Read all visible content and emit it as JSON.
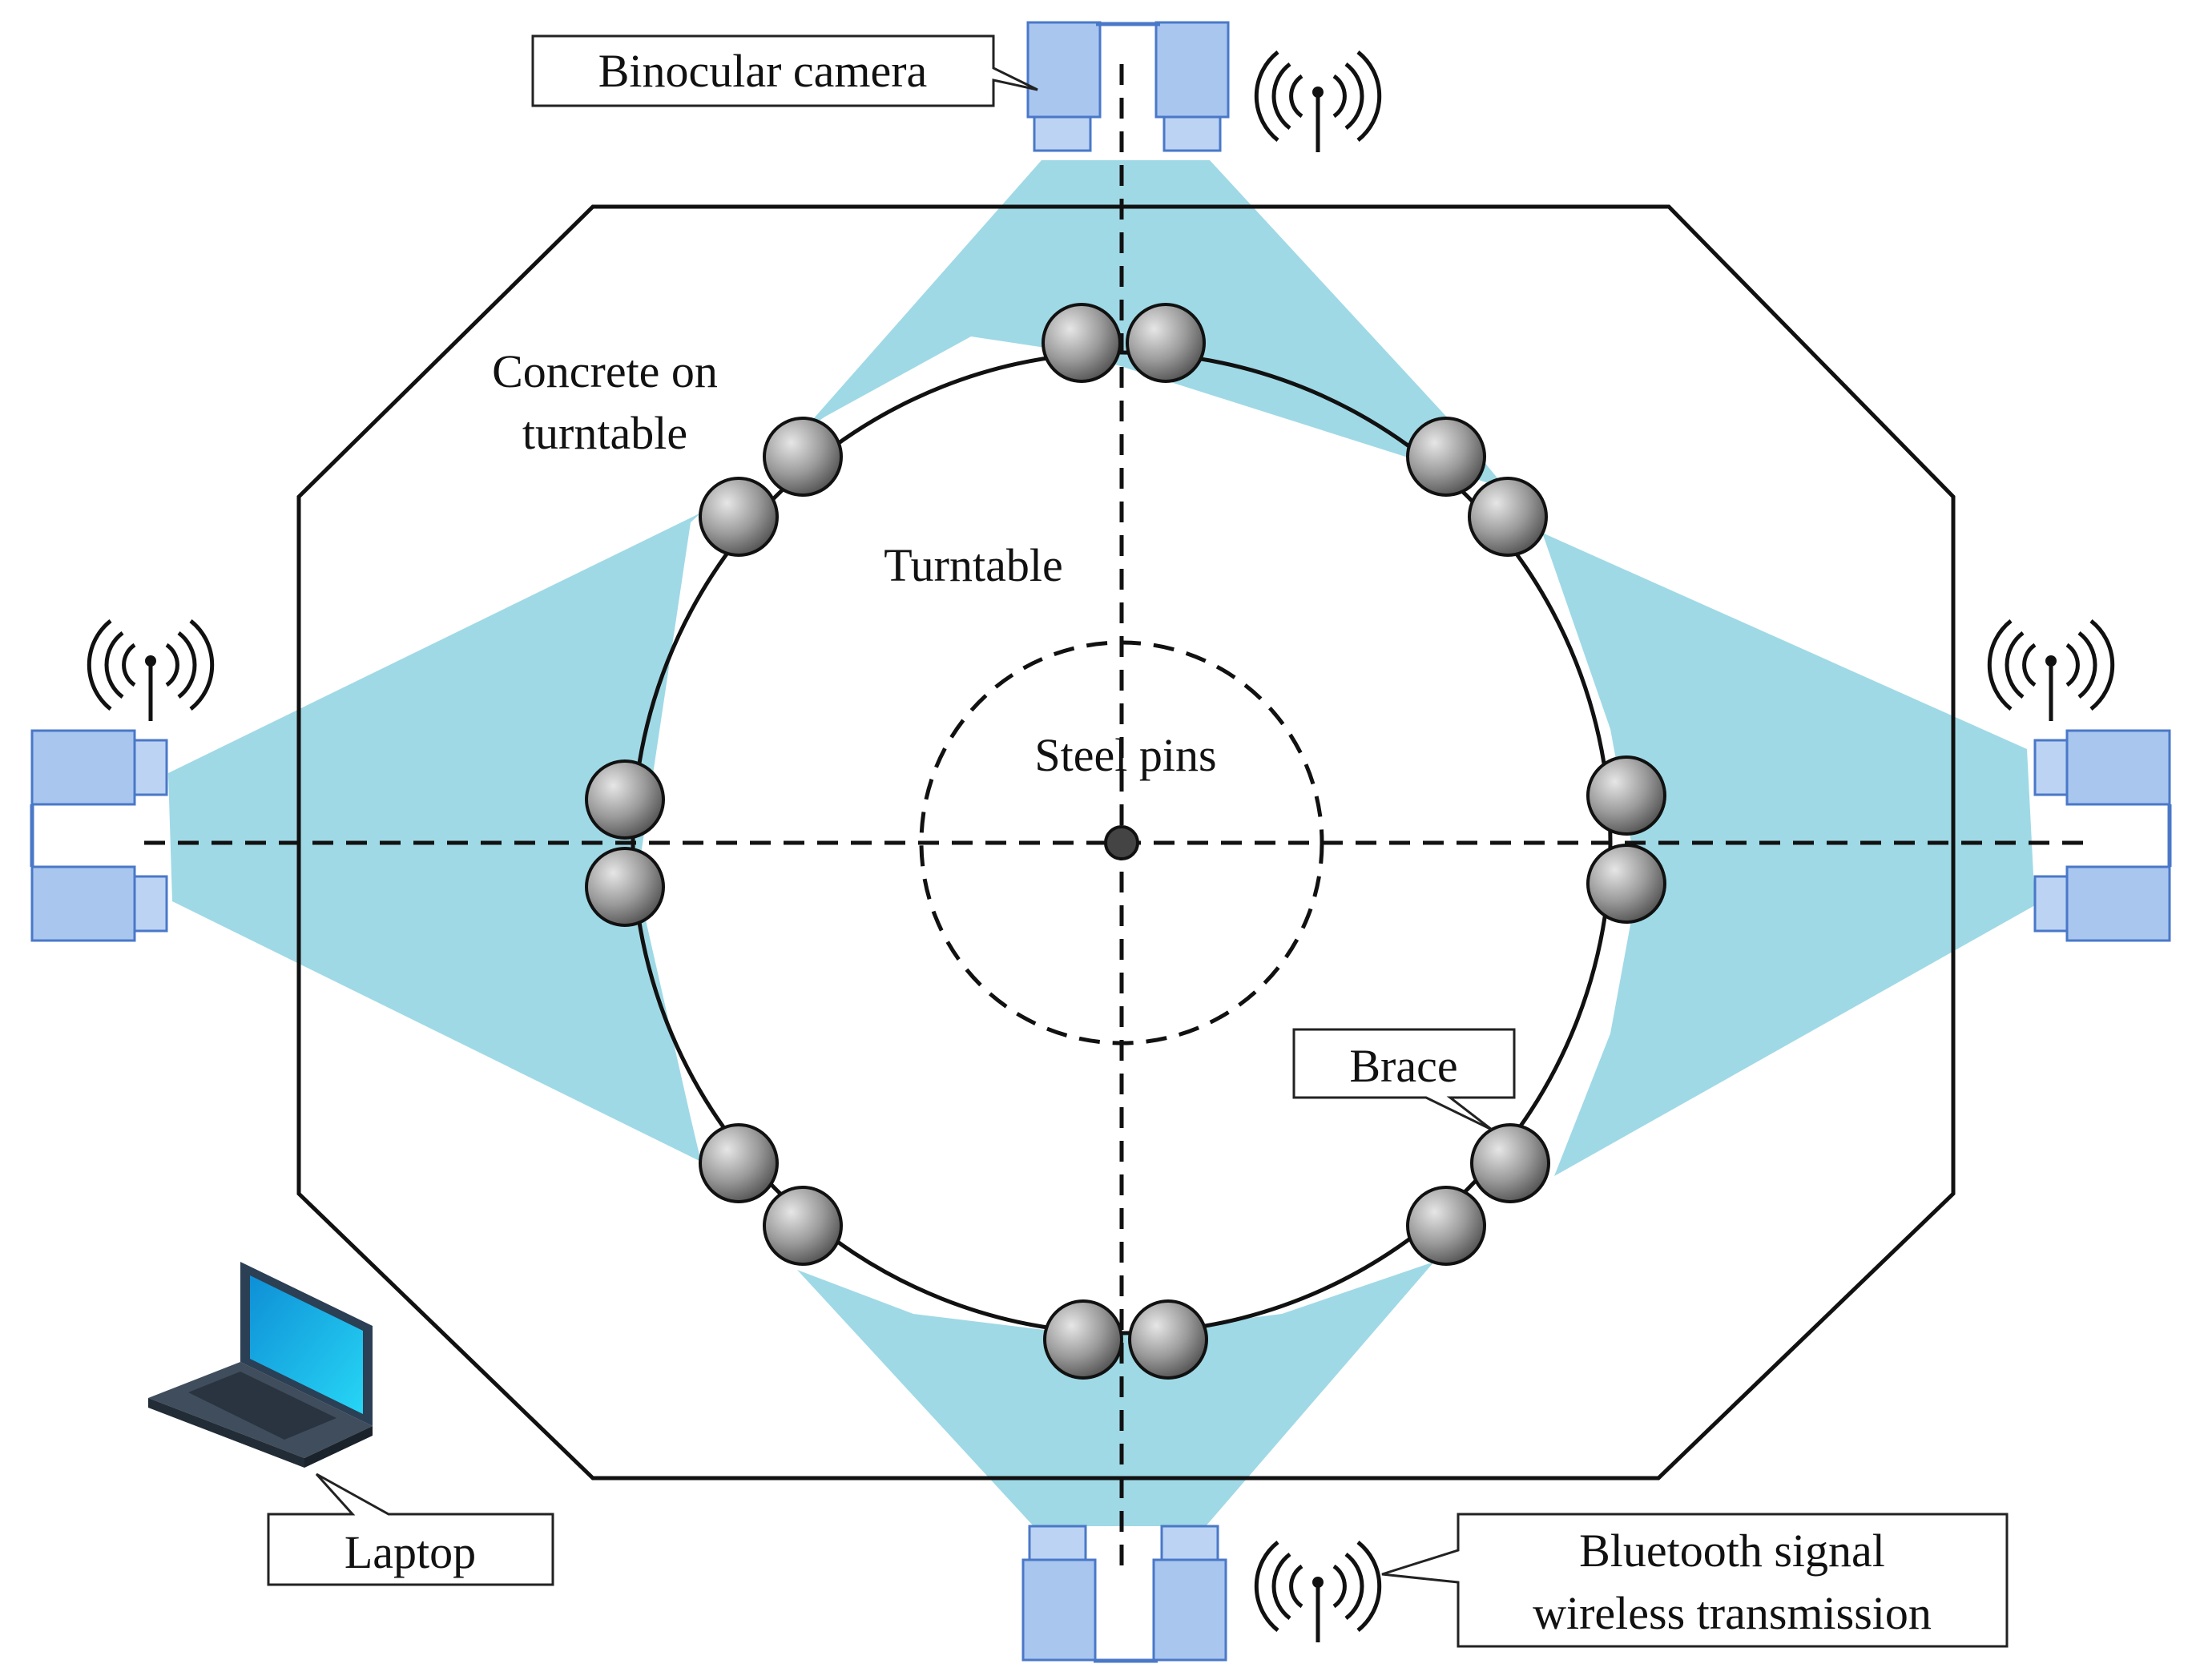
{
  "labels": {
    "binocular_camera": "Binocular camera",
    "concrete_line1": "Concrete on",
    "concrete_line2": "turntable",
    "turntable": "Turntable",
    "steel_pins": "Steel pins",
    "brace": "Brace",
    "laptop": "Laptop",
    "bluetooth_line1": "Bluetooth signal",
    "bluetooth_line2": "wireless transmission"
  },
  "colors": {
    "camera_field_of_view": "#9fd9e6",
    "camera": "#a9c6ef",
    "brace_sphere": "#8a8a8a",
    "laptop_screen": "#1ec0f0",
    "outline": "#111111"
  },
  "icons": [
    "binocular-camera-icon",
    "wireless-signal-icon",
    "laptop-icon",
    "brace-sphere-icon"
  ]
}
